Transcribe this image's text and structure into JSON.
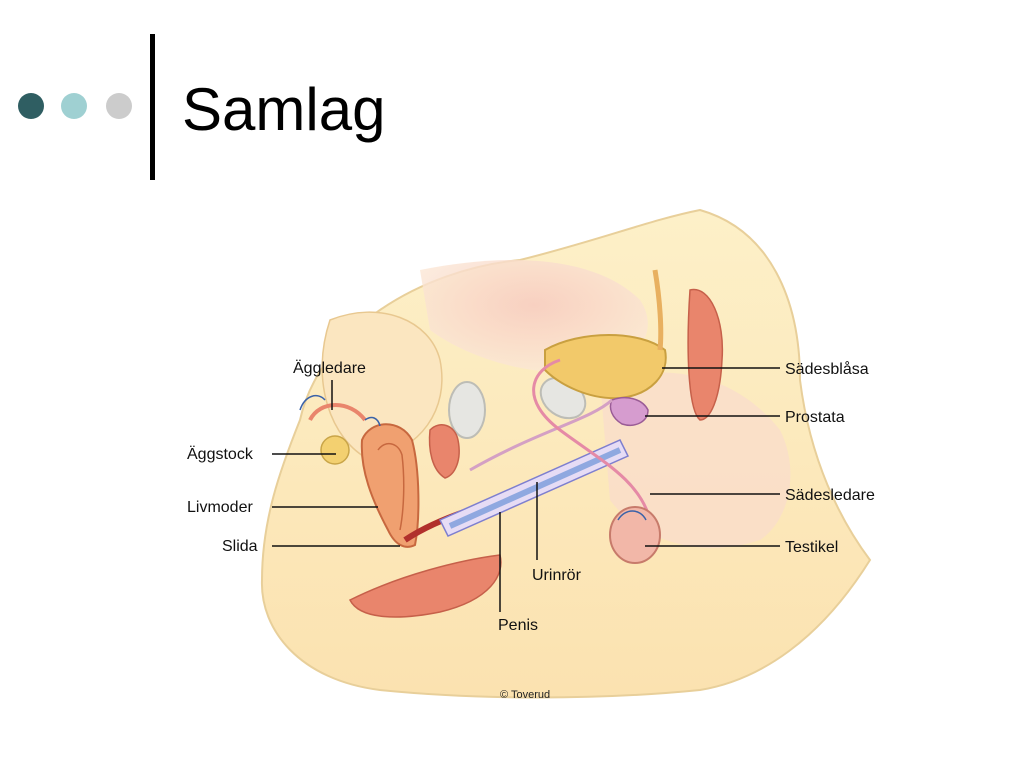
{
  "slide": {
    "title": "Samlag",
    "bullet_colors": [
      "#2f5e62",
      "#9fd0d2",
      "#cccccc"
    ]
  },
  "diagram": {
    "labels": {
      "aggledare": "Äggledare",
      "aggstock": "Äggstock",
      "livmoder": "Livmoder",
      "slida": "Slida",
      "sadesblasa": "Sädesblåsa",
      "prostata": "Prostata",
      "sadesledare": "Sädesledare",
      "testikel": "Testikel",
      "urinror": "Urinrör",
      "penis": "Penis"
    },
    "credit": "© Toverud"
  }
}
